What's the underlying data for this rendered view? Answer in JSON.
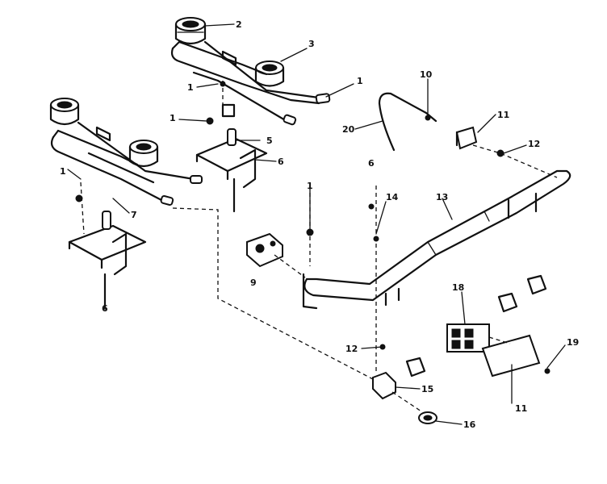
{
  "callouts": {
    "c_2": "2",
    "c_3": "3",
    "c_1a": "1",
    "c_1b": "1",
    "c_1c": "1",
    "c_1d": "1",
    "c_1e": "1",
    "c_5": "5",
    "c_6a": "6",
    "c_6b": "6",
    "c_6c": "6",
    "c_7": "7",
    "c_9": "9",
    "c_10": "10",
    "c_11a": "11",
    "c_11b": "11",
    "c_12a": "12",
    "c_12b": "12",
    "c_13": "13",
    "c_14": "14",
    "c_15": "15",
    "c_16": "16",
    "c_18": "18",
    "c_19": "19",
    "c_20": "20"
  }
}
